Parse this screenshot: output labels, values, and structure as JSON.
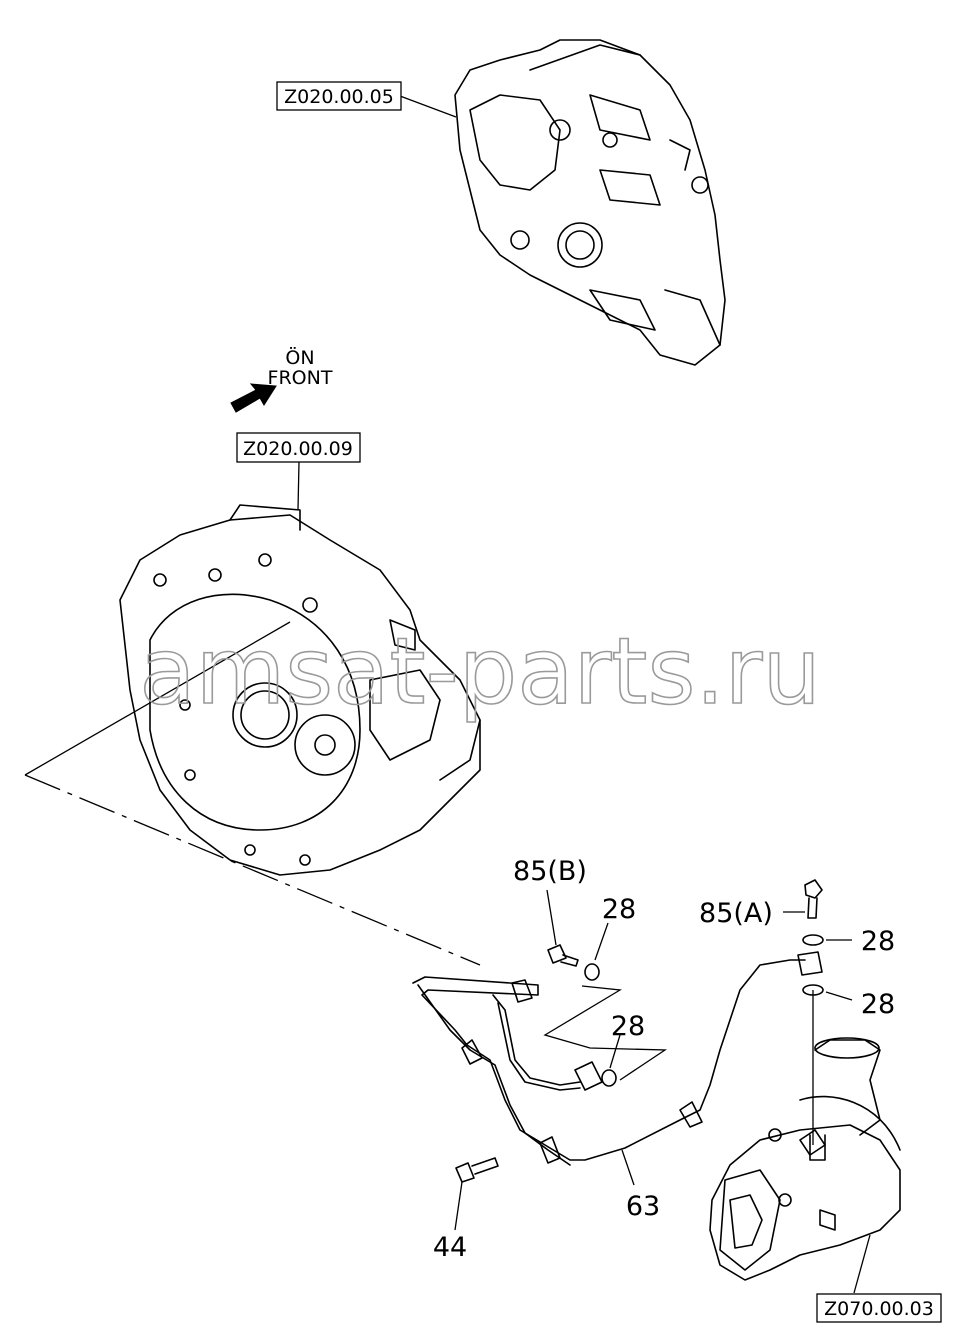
{
  "references": {
    "engine_front_cover": "Z020.00.05",
    "flywheel_housing": "Z020.00.09",
    "turbocharger": "Z070.00.03"
  },
  "direction_note": {
    "line1": "ÖN",
    "line2": "FRONT"
  },
  "callouts": {
    "bolt_b": "85(B)",
    "bolt_a": "85(A)",
    "washer_1": "28",
    "washer_2": "28",
    "washer_3": "28",
    "washer_4": "28",
    "pipe": "63",
    "bolt_44": "44"
  },
  "watermark": "amsat-parts.ru",
  "colors": {
    "line": "#000000",
    "watermark": "#9a9a9a",
    "background": "#ffffff"
  }
}
